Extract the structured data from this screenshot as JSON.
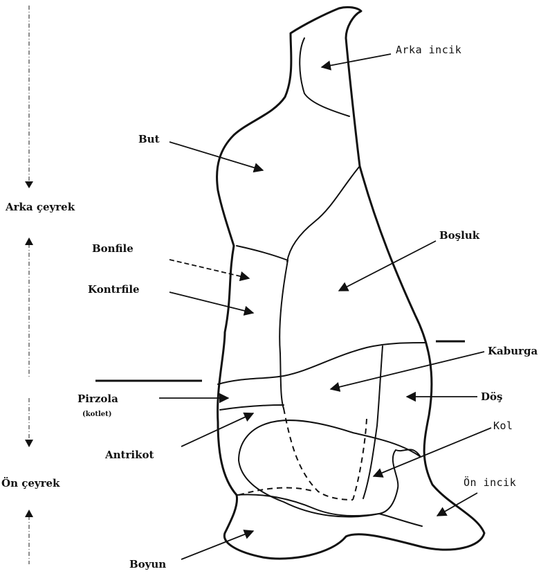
{
  "labels": {
    "arka_incik": "Arka incik",
    "but": "But",
    "arka_ceyrek": "Arka çeyrek",
    "bonfile": "Bonfile",
    "boşluk": "Boşluk",
    "kontrfile": "Kontrfile",
    "kaburga": "Kaburga",
    "pirzola": "Pirzola",
    "kotlet": "(kotlet)",
    "dos": "Döş",
    "kol": "Kol",
    "antrikot": "Antrikot",
    "on_ceyrek": "Ön çeyrek",
    "on_incik": "Ön incik",
    "boyun": "Boyun"
  }
}
